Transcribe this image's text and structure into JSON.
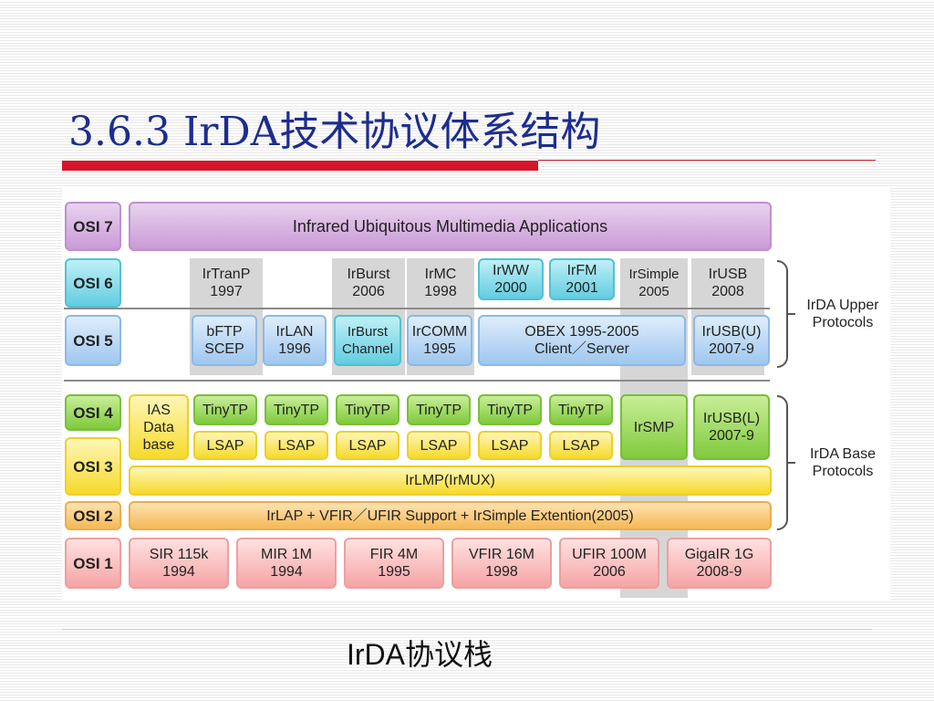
{
  "slide": {
    "title": "3.6.3 IrDA技术协议体系结构",
    "caption": "IrDA协议栈"
  },
  "colors": {
    "title": "#1d2d8e",
    "accent_bar": "#d5152a",
    "osi7": "#c99ad6",
    "osi6": "#62cde0",
    "osi5": "#9fc7ef",
    "osi4": "#7fca3c",
    "osi3": "#f6da2a",
    "osi2": "#f5b855",
    "osi1": "#f5a4a4"
  },
  "diagram": {
    "osi_layers": [
      "OSI 7",
      "OSI 6",
      "OSI 5",
      "OSI 4",
      "OSI 3",
      "OSI 2",
      "OSI 1"
    ],
    "layer7": "Infrared Ubiquitous Multimedia Applications",
    "layer6": [
      "IrTranP\n1997",
      "IrBurst\n2006",
      "IrMC\n1998",
      "IrWW\n2000",
      "IrFM\n2001",
      "IrSimple\n2005",
      "IrUSB\n2008"
    ],
    "layer5": [
      "bFTP\nSCEP",
      "IrLAN\n1996",
      "IrBurst\nChannel",
      "IrCOMM\n1995",
      "OBEX 1995-2005\nClient／Server",
      "IrUSB(U)\n2007-9"
    ],
    "ias": "IAS\nData\nbase",
    "tinytp": [
      "TinyTP",
      "TinyTP",
      "TinyTP",
      "TinyTP",
      "TinyTP",
      "TinyTP"
    ],
    "lsap": [
      "LSAP",
      "LSAP",
      "LSAP",
      "LSAP",
      "LSAP",
      "LSAP"
    ],
    "irsmp": "IrSMP",
    "irusb_l": "IrUSB(L)\n2007-9",
    "irlmp": "IrLMP(IrMUX)",
    "irlap": "IrLAP + VFIR／UFIR Support + IrSimple Extention(2005)",
    "layer1": [
      "SIR 115k\n1994",
      "MIR 1M\n1994",
      "FIR 4M\n1995",
      "VFIR 16M\n1998",
      "UFIR 100M\n2006",
      "GigaIR 1G\n2008-9"
    ],
    "upper_label": "IrDA Upper\nProtocols",
    "base_label": "IrDA Base\nProtocols"
  }
}
